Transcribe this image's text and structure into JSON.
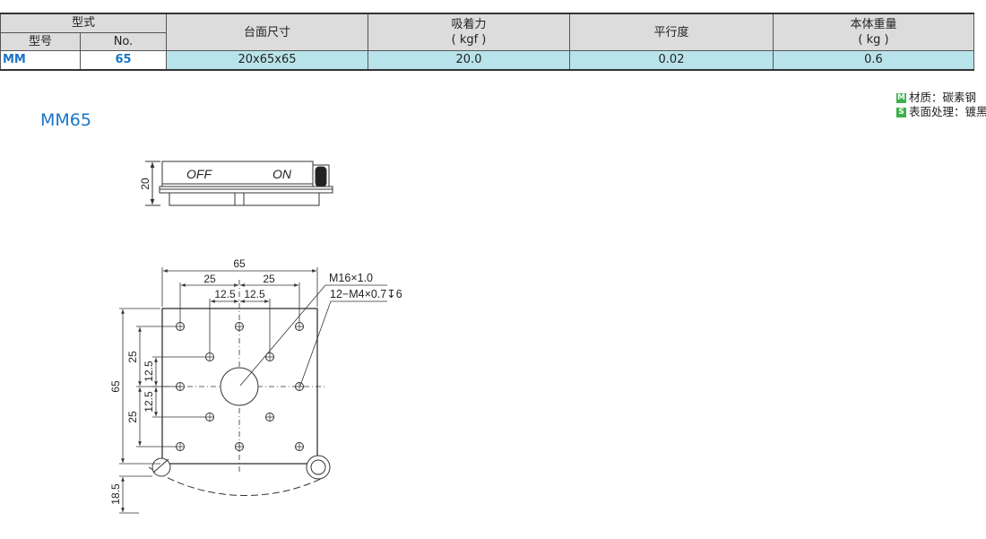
{
  "table": {
    "group_header": "型式",
    "col_model": "型号",
    "col_no": "No.",
    "col_size": "台面尺寸",
    "col_force_line1": "吸着力",
    "col_force_line2": "( kgf )",
    "col_parallel": "平行度",
    "col_weight_line1": "本体重量",
    "col_weight_line2": "( kg )",
    "row": {
      "model": "MM",
      "no": "65",
      "size": "20x65x65",
      "force": "20.0",
      "parallel": "0.02",
      "weight": "0.6"
    }
  },
  "notes": {
    "material_badge": "M",
    "material_text": "材质：碳素钢",
    "surface_badge": "S",
    "surface_text": "表面处理：镀黑锌"
  },
  "model_title": "MM65",
  "side_view": {
    "height_dim": "20",
    "off_label": "OFF",
    "on_label": "ON"
  },
  "top_view": {
    "width_dim": "65",
    "pitch_25_left": "25",
    "pitch_25_right": "25",
    "pitch_125_left": "12.5",
    "pitch_125_right": "12.5",
    "thread_center": "M16×1.0",
    "thread_holes": "12−M4×0.7",
    "depth_symbol": "↧",
    "depth_value": "6",
    "height_dim": "65",
    "v_25_top": "25",
    "v_125_top": "12.5",
    "v_125_bottom": "12.5",
    "v_25_bottom": "25",
    "lever_dim": "18.5"
  }
}
